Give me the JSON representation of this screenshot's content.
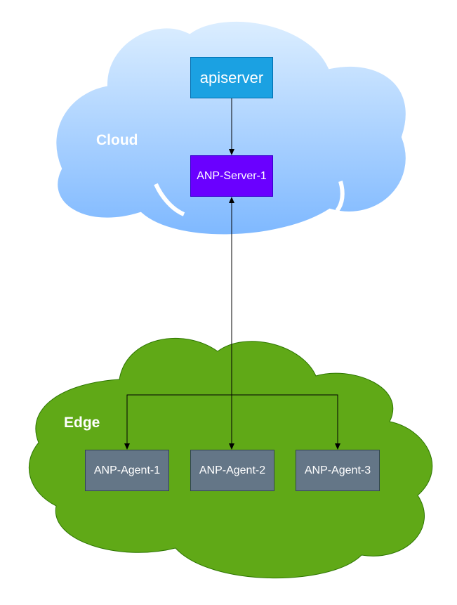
{
  "zones": {
    "cloud": {
      "label": "Cloud",
      "color_top": "#dceeff",
      "color_bottom": "#7eb8ff"
    },
    "edge": {
      "label": "Edge",
      "color": "#60a917",
      "stroke": "#2d7600"
    }
  },
  "nodes": {
    "apiserver": {
      "label": "apiserver",
      "color": "#1ba1e2",
      "border": "#006eaf"
    },
    "server": {
      "label": "ANP-Server-1",
      "color": "#6a00ff",
      "border": "#3700cc"
    },
    "agents": [
      {
        "label": "ANP-Agent-1",
        "color": "#647687",
        "border": "#314354"
      },
      {
        "label": "ANP-Agent-2",
        "color": "#647687",
        "border": "#314354"
      },
      {
        "label": "ANP-Agent-3",
        "color": "#647687",
        "border": "#314354"
      }
    ]
  },
  "edges": [
    {
      "from": "apiserver",
      "to": "ANP-Server-1",
      "direction": "one-way"
    },
    {
      "from": "ANP-Server-1",
      "to": "ANP-Agent-2",
      "direction": "two-way"
    },
    {
      "from": "ANP-Server-1",
      "to": "ANP-Agent-1",
      "direction": "one-way"
    },
    {
      "from": "ANP-Server-1",
      "to": "ANP-Agent-3",
      "direction": "one-way"
    }
  ]
}
